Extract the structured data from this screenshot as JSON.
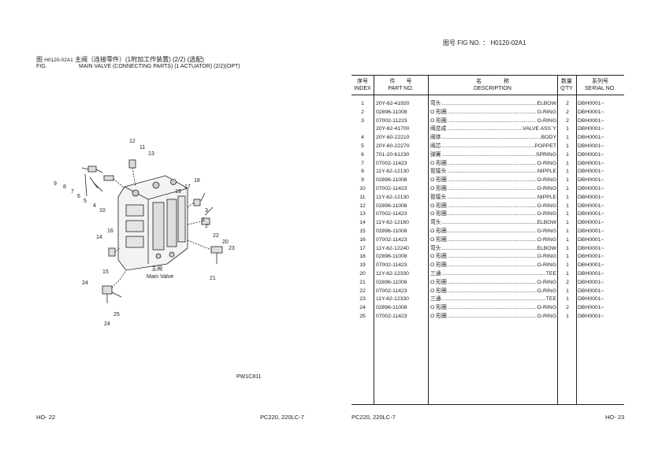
{
  "header": {
    "fig_label": "图号  FIG NO.",
    "fig_sep": "：",
    "fig_no": "H0120-02A1"
  },
  "figure": {
    "cn_prefix": "图",
    "en_prefix": "FIG.",
    "code": "H0120-02A1",
    "title_cn": "主阀（连接零件）(1附加工作装置) (2/2) (选配)",
    "title_en": "MAIN VALVE (CONNECTING PARTS) (1 ACTUATOR) (2/2)(OPT)",
    "main_valve_cn": "主阀",
    "main_valve_en": "Main Valve",
    "drawing_code": "PW1C811",
    "callouts": [
      "1",
      "2",
      "3",
      "4",
      "5",
      "6",
      "7",
      "8",
      "9",
      "10",
      "11",
      "12",
      "13",
      "14",
      "15",
      "16",
      "17",
      "18",
      "19",
      "20",
      "21",
      "22",
      "23",
      "24",
      "25",
      "24"
    ]
  },
  "table": {
    "headers": {
      "index_cn": "序号",
      "index_en": "INDEX",
      "part_cn": "件　　号",
      "part_en": "PART NO.",
      "desc_cn": "名　　　　称",
      "desc_en": "DESCRIPTION",
      "qty_cn": "数量",
      "qty_en": "Q'TY",
      "serial_cn": "系列号",
      "serial_en": "SERIAL NO."
    },
    "rows": [
      {
        "idx": "1",
        "pn": "20Y-62-41920",
        "cn": "弯头",
        "en": "ELBOW",
        "qty": "2",
        "ser": "DBH0001~"
      },
      {
        "idx": "2",
        "pn": "02896-11008",
        "cn": "O 形圈",
        "en": "O-RING",
        "qty": "2",
        "ser": "DBH0001~"
      },
      {
        "idx": "3",
        "pn": "07002-11223",
        "cn": "O 形圈",
        "en": "O-RING",
        "qty": "2",
        "ser": "DBH0001~"
      },
      {
        "idx": "",
        "pn": "20Y-62-41700",
        "cn": "阀总成",
        "en": "VALVE ASS`Y",
        "qty": "1",
        "ser": "DBH0001~"
      },
      {
        "idx": "4",
        "pn": "20Y-60-22210",
        "cn": "  阀体",
        "en": "BODY",
        "qty": "1",
        "ser": "DBH0001~"
      },
      {
        "idx": "5",
        "pn": "20Y-60-22270",
        "cn": "  阀芯",
        "en": "POPPET",
        "qty": "1",
        "ser": "DBH0001~"
      },
      {
        "idx": "6",
        "pn": "701-20-61230",
        "cn": "  弹簧",
        "en": "SPRING",
        "qty": "1",
        "ser": "DBH0001~"
      },
      {
        "idx": "7",
        "pn": "07002-11423",
        "cn": "  O 形圈",
        "en": "O-RING",
        "qty": "1",
        "ser": "DBH0001~"
      },
      {
        "idx": "8",
        "pn": "11Y-62-12130",
        "cn": "  管接头",
        "en": "NIPPLE",
        "qty": "1",
        "ser": "DBH0001~"
      },
      {
        "idx": "9",
        "pn": "02896-11008",
        "cn": "O 形圈",
        "en": "O-RING",
        "qty": "1",
        "ser": "DBH0001~"
      },
      {
        "idx": "10",
        "pn": "07002-11423",
        "cn": "O 形圈",
        "en": "O-RING",
        "qty": "1",
        "ser": "DBH0001~"
      },
      {
        "idx": "11",
        "pn": "11Y-62-12130",
        "cn": "管接头",
        "en": "NIPPLE",
        "qty": "1",
        "ser": "DBH0001~"
      },
      {
        "idx": "12",
        "pn": "02896-11008",
        "cn": "O 形圈",
        "en": "O-RING",
        "qty": "1",
        "ser": "DBH0001~"
      },
      {
        "idx": "13",
        "pn": "07002-11423",
        "cn": "O 形圈",
        "en": "O-RING",
        "qty": "1",
        "ser": "DBH0001~"
      },
      {
        "idx": "14",
        "pn": "11Y-62-12160",
        "cn": "弯头",
        "en": "ELBOW",
        "qty": "1",
        "ser": "DBH0001~"
      },
      {
        "idx": "15",
        "pn": "02896-11008",
        "cn": "O 形圈",
        "en": "O-RING",
        "qty": "1",
        "ser": "DBH0001~"
      },
      {
        "idx": "16",
        "pn": "07002-11423",
        "cn": "O 形圈",
        "en": "O-RING",
        "qty": "1",
        "ser": "DBH0001~"
      },
      {
        "idx": "17",
        "pn": "11Y-62-12240",
        "cn": "弯头",
        "en": "ELBOW",
        "qty": "1",
        "ser": "DBH0001~"
      },
      {
        "idx": "18",
        "pn": "02896-11008",
        "cn": "O 形圈",
        "en": "O-RING",
        "qty": "1",
        "ser": "DBH0001~"
      },
      {
        "idx": "19",
        "pn": "07002-11423",
        "cn": "O 形圈",
        "en": "O-RING",
        "qty": "1",
        "ser": "DBH0001~"
      },
      {
        "idx": "20",
        "pn": "11Y-62-12330",
        "cn": "三通",
        "en": "TEE",
        "qty": "1",
        "ser": "DBH0001~"
      },
      {
        "idx": "21",
        "pn": "02896-11008",
        "cn": "O 形圈",
        "en": "O-RING",
        "qty": "2",
        "ser": "DBH0001~"
      },
      {
        "idx": "22",
        "pn": "07002-11423",
        "cn": "O 形圈",
        "en": "O-RING",
        "qty": "1",
        "ser": "DBH0001~"
      },
      {
        "idx": "23",
        "pn": "11Y-62-12330",
        "cn": "三通",
        "en": "TEE",
        "qty": "1",
        "ser": "DBH0001~"
      },
      {
        "idx": "24",
        "pn": "02896-11008",
        "cn": "O 形圈",
        "en": "O-RING",
        "qty": "2",
        "ser": "DBH0001~"
      },
      {
        "idx": "25",
        "pn": "07002-11423",
        "cn": "O 形圈",
        "en": "O-RING",
        "qty": "1",
        "ser": "DBH0001~"
      }
    ]
  },
  "footer": {
    "left_page": "HO- 22",
    "left_model": "PC220, 220LC-7",
    "right_model": "PC220, 220LC-7",
    "right_page": "HO- 23"
  }
}
